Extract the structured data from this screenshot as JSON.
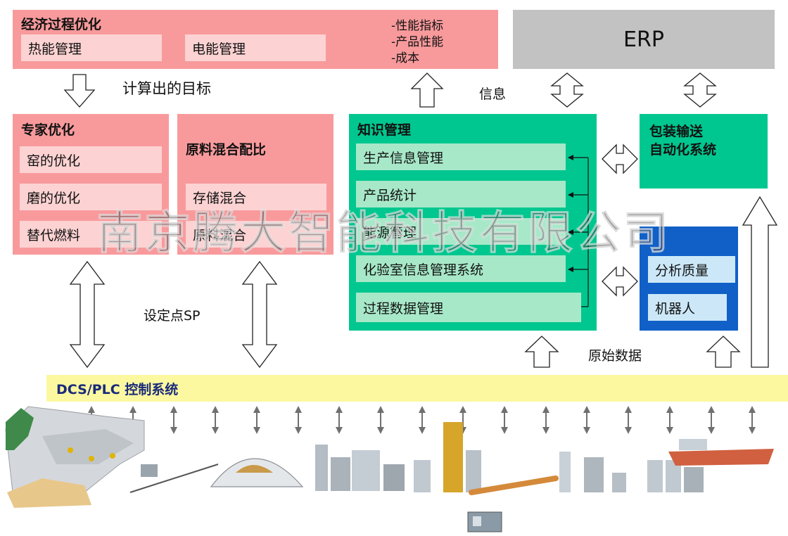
{
  "economic": {
    "title": "经济过程优化",
    "items": [
      "热能管理",
      "电能管理"
    ],
    "notes": [
      "-性能指标",
      "-产品性能",
      "-成本"
    ]
  },
  "erp": {
    "label": "ERP"
  },
  "labels": {
    "target": "计算出的目标",
    "info": "信息",
    "setpoint": "设定点SP",
    "raw_data": "原始数据"
  },
  "expert": {
    "title": "专家优化",
    "items": [
      "窑的优化",
      "磨的优化",
      "替代燃料"
    ]
  },
  "raw_mix": {
    "title": "原料混合配比",
    "items": [
      "存储混合",
      "原料混合"
    ]
  },
  "knowledge": {
    "title": "知识管理",
    "items": [
      "生产信息管理",
      "产品统计",
      "能源管理",
      "化验室信息管理系统",
      "过程数据管理"
    ]
  },
  "packaging": {
    "title_line1": "包装输送",
    "title_line2": "自动化系统"
  },
  "analysis": {
    "items": [
      "分析质量",
      "机器人"
    ]
  },
  "dcs": {
    "label": "DCS/PLC 控制系统"
  },
  "watermark": "南京腾大智能科技有限公司",
  "colors": {
    "pink": "#f89a9c",
    "light_pink": "#fcd2d2",
    "green": "#00c78f",
    "light_green": "#a7e8c8",
    "gray": "#c2c2c2",
    "blue": "#1060c8",
    "light_blue": "#cce8f8",
    "yellow": "#fbf8a0",
    "dcs_text": "#1a2a7a"
  }
}
